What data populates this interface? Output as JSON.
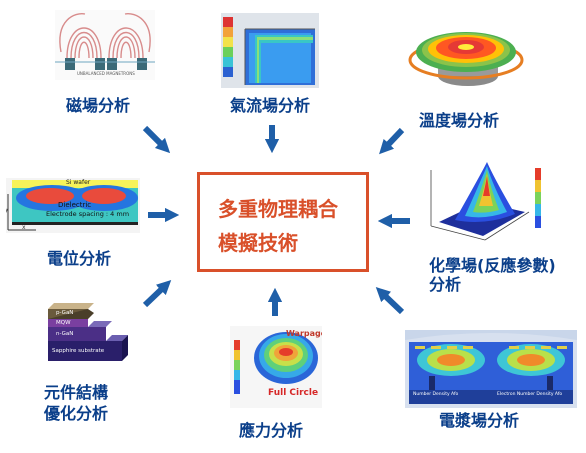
{
  "center": {
    "line1": "多重物理耦合",
    "line2": "模擬技術"
  },
  "modules": {
    "magnetic": {
      "label": "磁場分析",
      "image_caption": "UNBALANCED MAGNETRONS"
    },
    "gas_flow": {
      "label": "氣流場分析"
    },
    "temperature": {
      "label": "溫度場分析"
    },
    "potential": {
      "label": "電位分析",
      "wafer_text": "Si wafer",
      "dielectric_text": "Dielectric",
      "spacing_text": "Electrode spacing : 4 mm",
      "axis_x": "x",
      "axis_y": "y"
    },
    "chemical": {
      "label_line1": "化學場(反應參數)",
      "label_line2": "分析"
    },
    "device": {
      "label_line1": "元件結構",
      "label_line2": "優化分析",
      "layers": [
        "p-GaN",
        "MQW",
        "n-GaN",
        "Sapphire substrate"
      ]
    },
    "stress": {
      "label": "應力分析",
      "warpage_text": "Warpage",
      "full_circle_text": "Full Circle"
    },
    "plasma": {
      "label": "電漿場分析",
      "density_left": "Number Density Afo",
      "density_right": "Electron Number Density Afo"
    }
  },
  "colors": {
    "label": "#0b3f8a",
    "arrow": "#1f5fa8",
    "center_border": "#d9502a",
    "center_text": "#d9502a"
  }
}
